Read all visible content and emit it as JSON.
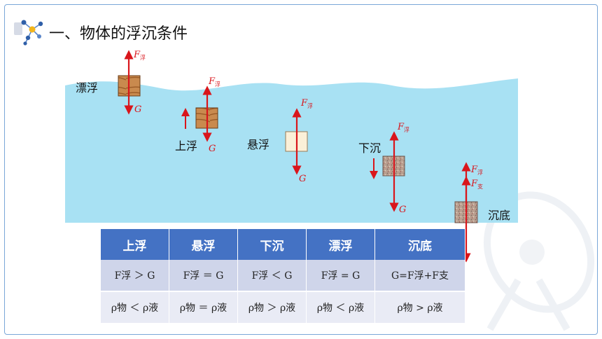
{
  "header": {
    "title": "一、物体的浮沉条件"
  },
  "scene": {
    "labels": {
      "float": "漂浮",
      "rise": "上浮",
      "suspend": "悬浮",
      "sink": "下沉",
      "bottom": "沉底"
    },
    "forces": {
      "buoyancy": "F",
      "buoyancy_sub": "浮",
      "gravity": "G",
      "support_sub": "支"
    }
  },
  "table": {
    "headers": [
      "上浮",
      "悬浮",
      "下沉",
      "漂浮",
      "沉底"
    ],
    "row1": [
      "F浮 ＞ G",
      "F浮 ＝ G",
      "F浮 ＜ G",
      "F浮 = G",
      "G=F浮+F支"
    ],
    "row2": [
      "ρ物 ＜ ρ液",
      "ρ物 ＝ ρ液",
      "ρ物 ＞ ρ液",
      "ρ物 ＜ ρ液",
      "ρ物 > ρ液"
    ]
  },
  "colors": {
    "water": "#a8e1f3",
    "arrow": "#d9151b",
    "header": "#4472c4",
    "row1": "#cfd5ea",
    "row2": "#e9ebf5"
  }
}
